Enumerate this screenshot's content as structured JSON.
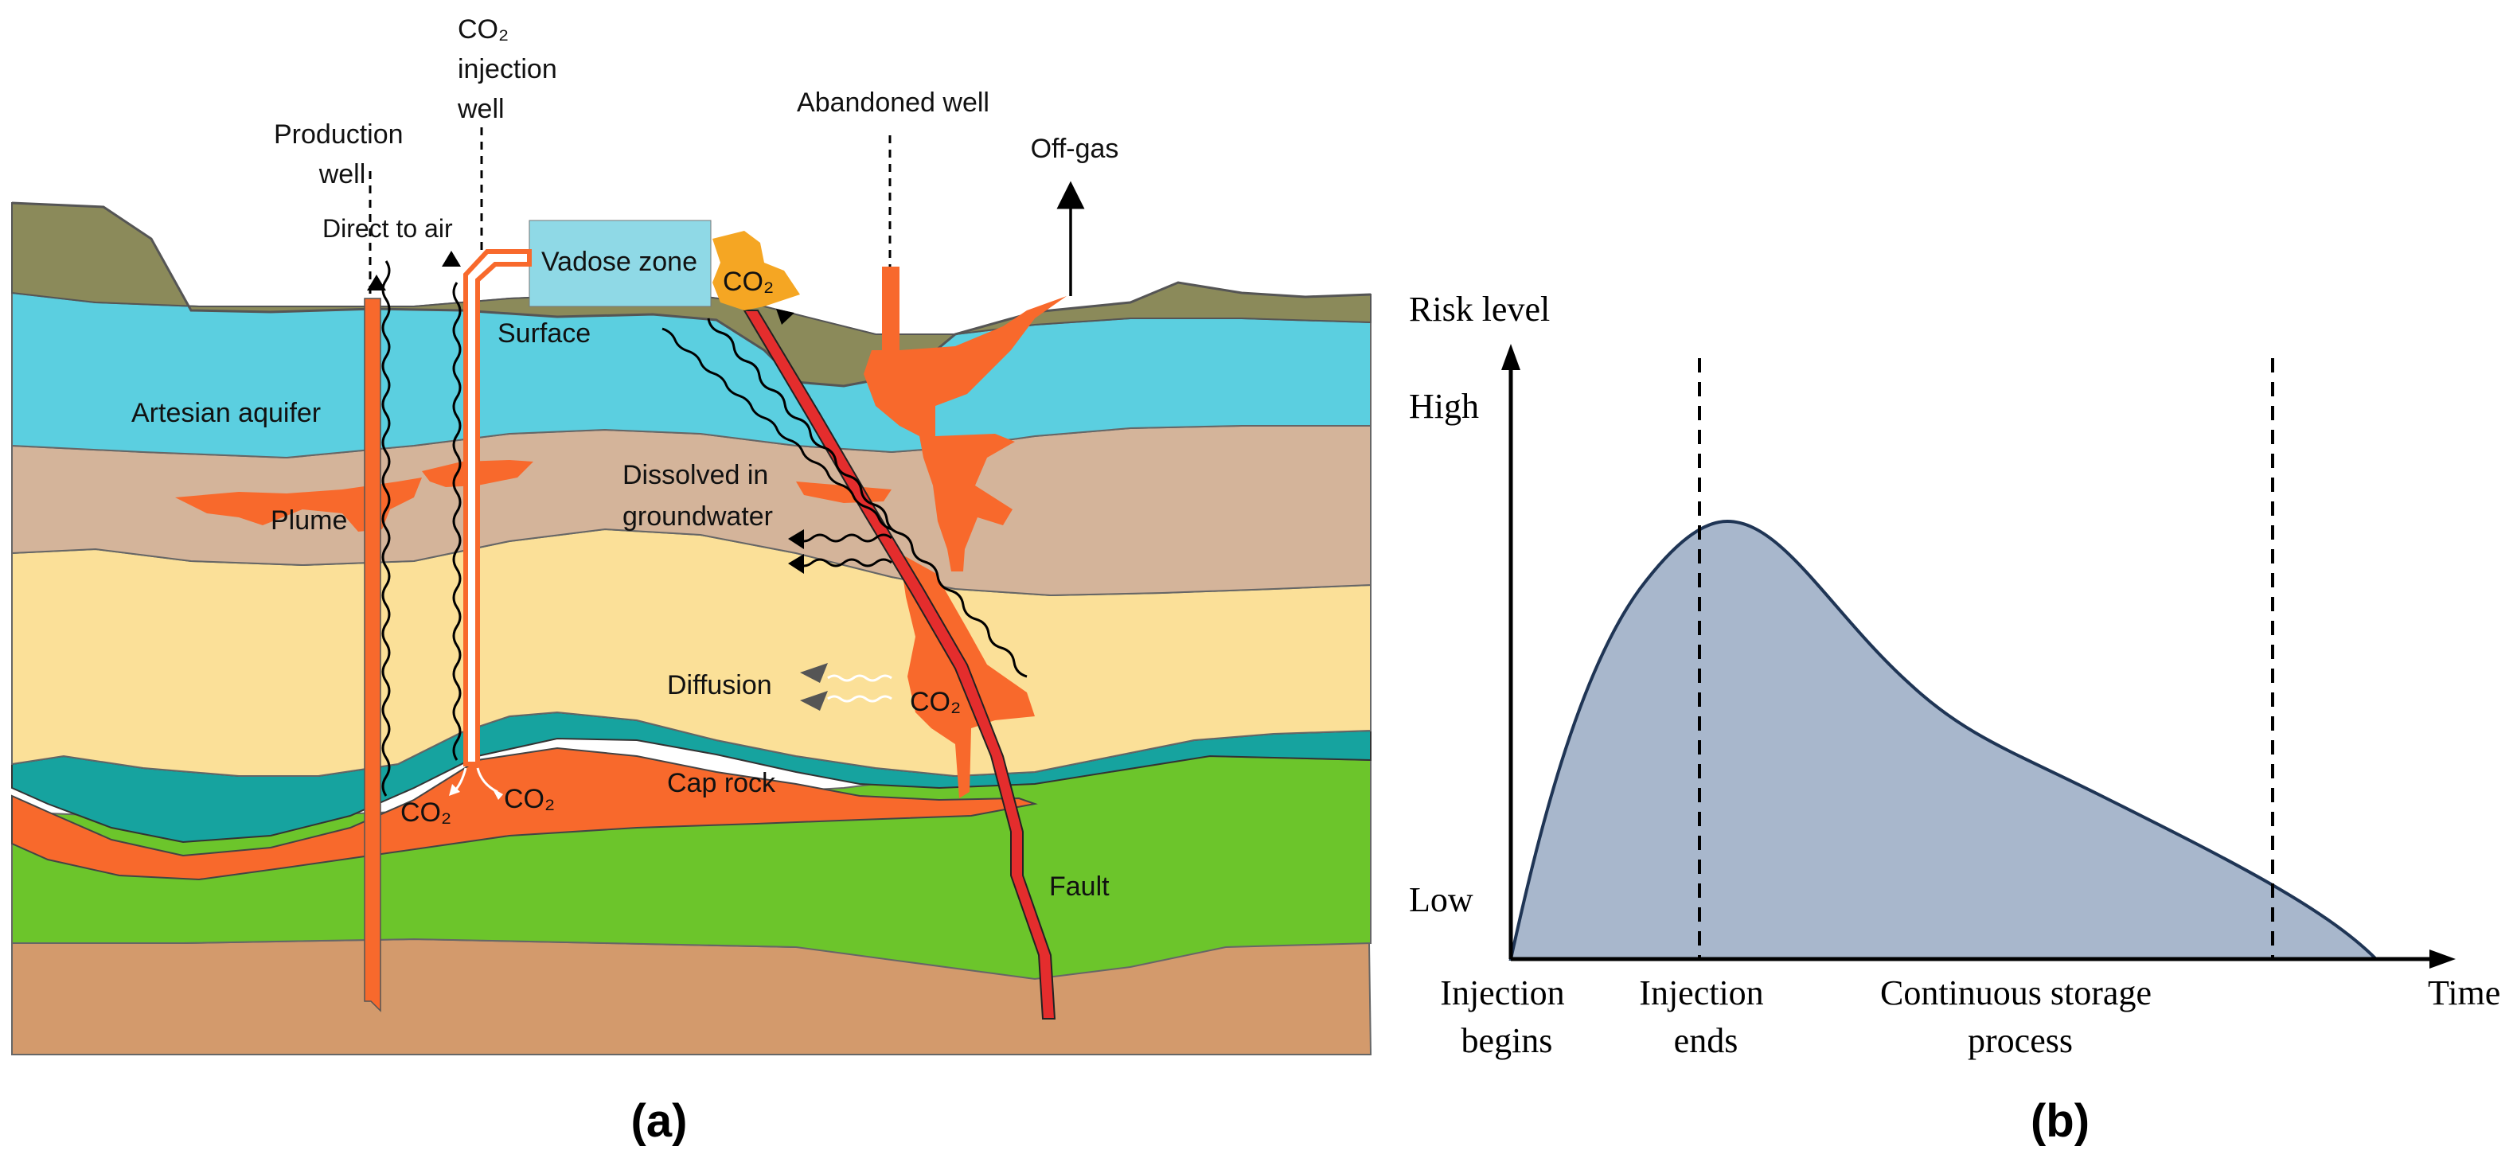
{
  "panel_a": {
    "panel_label": "(a)",
    "labels": {
      "production_well": [
        "Production",
        "well"
      ],
      "co2_injection_well": [
        "CO₂",
        "injection",
        "well"
      ],
      "abandoned_well": "Abandoned well",
      "off_gas": "Off-gas",
      "direct_to_air": "Direct to air",
      "vadose_zone": "Vadose zone",
      "co2_top": "CO₂",
      "surface": "Surface",
      "artesian_aquifer": "Artesian aquifer",
      "plume": "Plume",
      "dissolved_in_groundwater": [
        "Dissolved in",
        "groundwater"
      ],
      "diffusion": "Diffusion",
      "co2_mid": "CO₂",
      "cap_rock": "Cap rock",
      "co2_left": "CO₂",
      "co2_right": "CO₂",
      "fault": "Fault"
    },
    "colors": {
      "surface_layer": "#8b8a5a",
      "aquifer": "#5bcfe0",
      "tan_layer": "#d4b49a",
      "yellow_layer": "#fbe098",
      "cap_rock": "#16a39f",
      "green_layer": "#6cc52b",
      "bottom_layer": "#d39a6c",
      "co2_plume": "#f8692c",
      "fault": "#e42d2d",
      "vadose_zone": "#8fd9e6",
      "co2_gas": "#f5a623"
    }
  },
  "panel_b": {
    "panel_label": "(b)",
    "y_axis_label": "Risk level",
    "y_ticks": [
      "High",
      "Low"
    ],
    "x_axis_label": "Time",
    "x_phase_labels": [
      [
        "Injection",
        "begins"
      ],
      [
        "Injection",
        "ends"
      ],
      [
        "Continuous storage",
        "process"
      ]
    ],
    "colors": {
      "fill": "#a8b7cc",
      "stroke": "#1f3555"
    }
  },
  "chart_data": {
    "type": "area",
    "x": [
      "Injection begins",
      "Injection ends",
      "Continuous storage process"
    ],
    "series": [
      {
        "values": [
          "Low",
          "High",
          "Low"
        ]
      }
    ],
    "xlabel": "Time",
    "ylabel": "Risk level",
    "grid": false,
    "legend": "none"
  }
}
